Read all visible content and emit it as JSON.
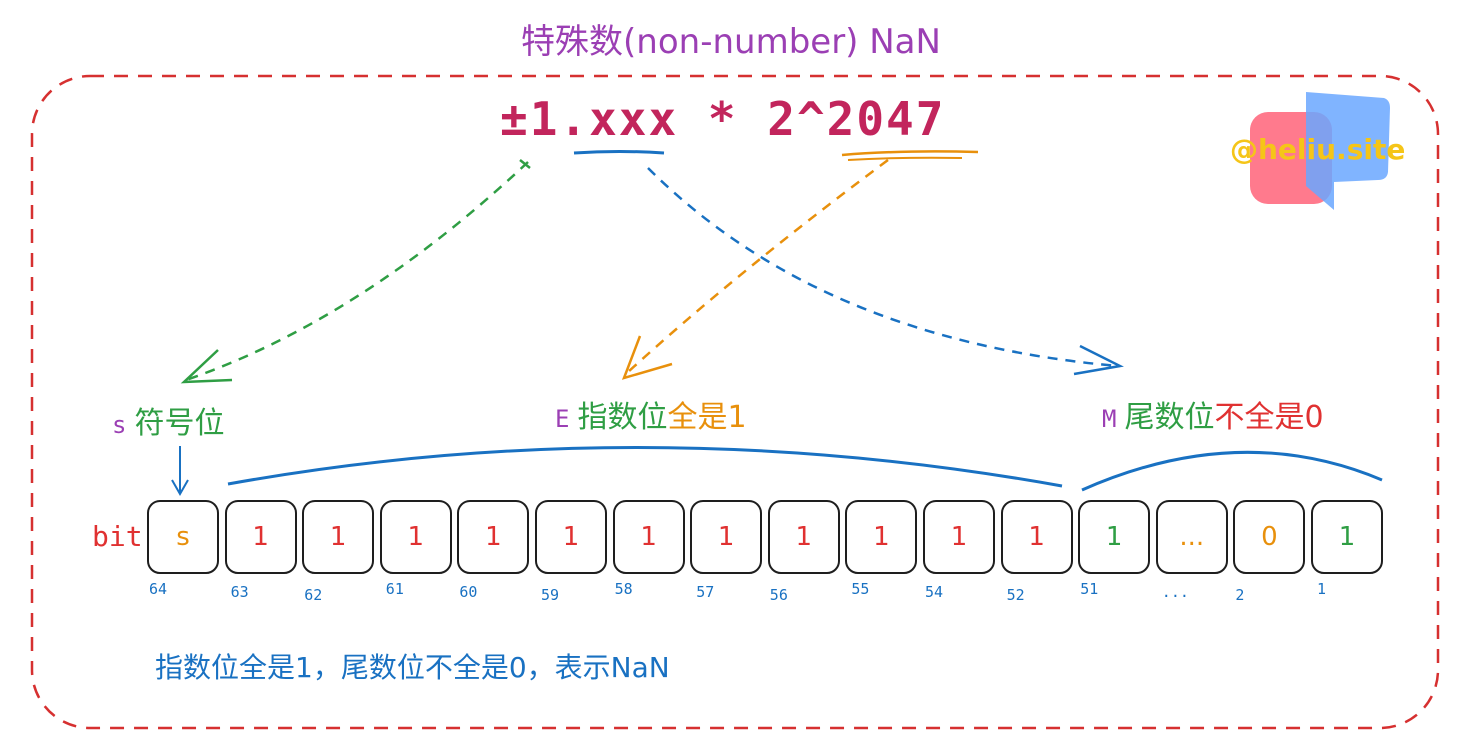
{
  "title": "特殊数(non-number) NaN",
  "formula": "±1.xxx * 2^2047",
  "labels": {
    "s": {
      "letter": "s",
      "text": "符号位"
    },
    "e": {
      "letter": "E",
      "text_a": "指数位",
      "text_b": "全是1"
    },
    "m": {
      "letter": "M",
      "text_a": "尾数位",
      "text_b": "不全是0"
    }
  },
  "bit_label": "bit",
  "cells": [
    {
      "value": "s",
      "index": "64",
      "color": "#e8900c"
    },
    {
      "value": "1",
      "index": "63",
      "color": "#e03131"
    },
    {
      "value": "1",
      "index": "62",
      "color": "#e03131"
    },
    {
      "value": "1",
      "index": "61",
      "color": "#e03131"
    },
    {
      "value": "1",
      "index": "60",
      "color": "#e03131"
    },
    {
      "value": "1",
      "index": "59",
      "color": "#e03131"
    },
    {
      "value": "1",
      "index": "58",
      "color": "#e03131"
    },
    {
      "value": "1",
      "index": "57",
      "color": "#e03131"
    },
    {
      "value": "1",
      "index": "56",
      "color": "#e03131"
    },
    {
      "value": "1",
      "index": "55",
      "color": "#e03131"
    },
    {
      "value": "1",
      "index": "54",
      "color": "#e03131"
    },
    {
      "value": "1",
      "index": "52",
      "color": "#e03131"
    },
    {
      "value": "1",
      "index": "51",
      "color": "#2f9e44"
    },
    {
      "value": "...",
      "index": "...",
      "color": "#e8900c"
    },
    {
      "value": "0",
      "index": "2",
      "color": "#e8900c"
    },
    {
      "value": "1",
      "index": "1",
      "color": "#2f9e44"
    }
  ],
  "footer": "指数位全是1，尾数位不全是0，表示NaN",
  "watermark": "@heliu.site"
}
